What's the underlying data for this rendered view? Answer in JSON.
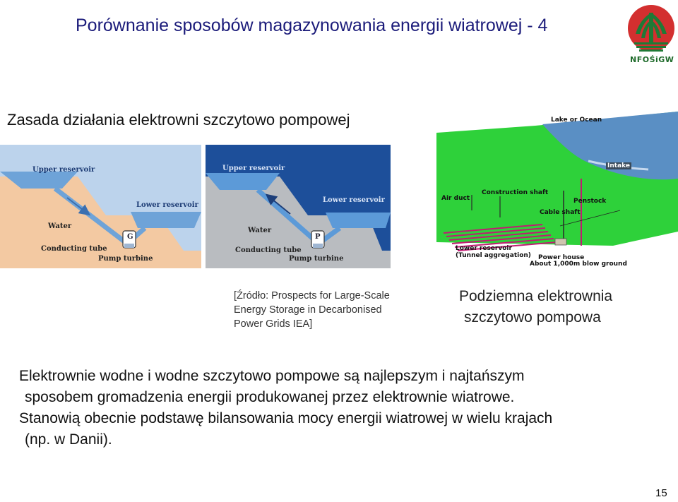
{
  "slide": {
    "title": "Porównanie sposobów magazynowania energii wiatrowej - 4",
    "subtitle": "Zasada działania elektrowni szczytowo pompowej",
    "page_number": "15"
  },
  "logo": {
    "text": "NFOŚiGW",
    "icon": "nfosigw-tree-logo",
    "colors": {
      "red": "#d32f2f",
      "green": "#1f7a36"
    }
  },
  "diagram_left": {
    "upper_reservoir": "Upper reservoir",
    "lower_reservoir": "Lower reservoir",
    "water": "Water",
    "conducting_tube": "Conducting tube",
    "pump_turbine": "Pump turbine",
    "unit_letter": "G",
    "colors": {
      "sky": "#bcd3ec",
      "water": "#6ea3d8",
      "ground": "#f3c9a2"
    }
  },
  "diagram_mid": {
    "upper_reservoir": "Upper reservoir",
    "lower_reservoir": "Lower reservoir",
    "water": "Water",
    "conducting_tube": "Conducting tube",
    "pump_turbine": "Pump turbine",
    "unit_letter": "P",
    "colors": {
      "sky": "#1d4f9a",
      "water": "#5c9ad8",
      "ground": "#b9bcc0"
    }
  },
  "diagram_right": {
    "lake": "Lake or Ocean",
    "intake": "Intake",
    "air_duct": "Air duct",
    "construction_shaft": "Construction shaft",
    "penstock": "Penstock",
    "cable_shaft": "Cable shaft",
    "lower_reservoir": "Lower reservoir",
    "tunnel": "(Tunnel aggregation)",
    "power_house": "Power house",
    "depth": "About 1,000m blow ground",
    "colors": {
      "ground": "#2ed13a",
      "water": "#5a8fc4",
      "tunnels": "#c21a73"
    }
  },
  "source_note": {
    "line1": "[Źródło: Prospects for Large-Scale",
    "line2": "Energy Storage in Decarbonised",
    "line3": "Power Grids IEA]"
  },
  "underground_caption": {
    "line1": "Podziemna elektrownia",
    "line2": "szczytowo pompowa"
  },
  "body": {
    "line1": "Elektrownie wodne i wodne szczytowo pompowe są najlepszym i najtańszym",
    "line2": "sposobem gromadzenia energii produkowanej przez elektrownie wiatrowe.",
    "line3": "Stanowią obecnie podstawę bilansowania mocy energii wiatrowej w wielu krajach",
    "line4": "(np. w Danii)."
  }
}
